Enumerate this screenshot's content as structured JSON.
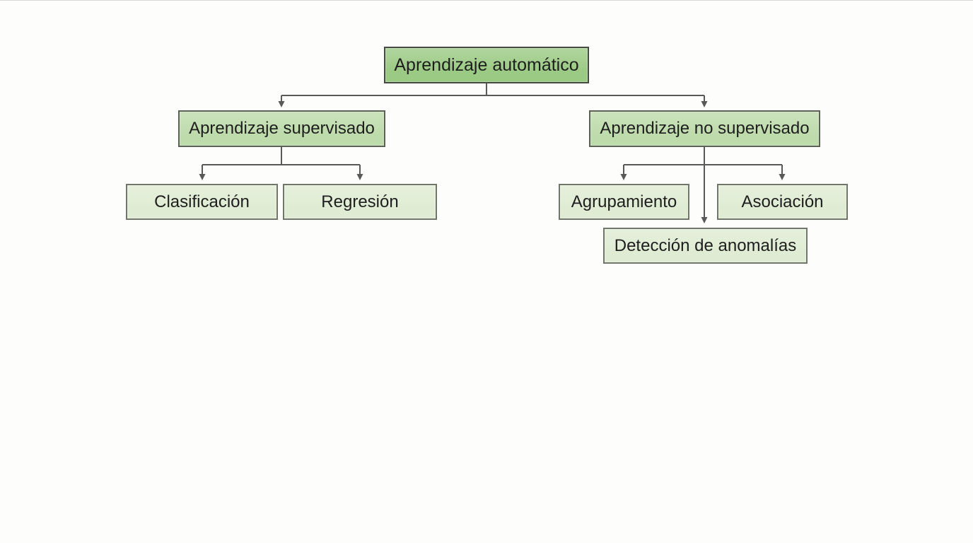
{
  "diagram": {
    "type": "tree",
    "language": "es",
    "nodes": {
      "root": {
        "label": "Aprendizaje automático",
        "level": "root"
      },
      "supervised": {
        "label": "Aprendizaje supervisado",
        "level": "branch"
      },
      "unsupervised": {
        "label": "Aprendizaje no supervisado",
        "level": "branch"
      },
      "clasificacion": {
        "label": "Clasificación",
        "level": "leaf"
      },
      "regresion": {
        "label": "Regresión",
        "level": "leaf"
      },
      "agrupamiento": {
        "label": "Agrupamiento",
        "level": "leaf"
      },
      "asociacion": {
        "label": "Asociación",
        "level": "leaf"
      },
      "deteccion_anomalias": {
        "label": "Detección de anomalías",
        "level": "leaf"
      }
    },
    "edges": [
      {
        "from": "root",
        "to": "supervised"
      },
      {
        "from": "root",
        "to": "unsupervised"
      },
      {
        "from": "supervised",
        "to": "clasificacion"
      },
      {
        "from": "supervised",
        "to": "regresion"
      },
      {
        "from": "unsupervised",
        "to": "agrupamiento"
      },
      {
        "from": "unsupervised",
        "to": "asociacion"
      },
      {
        "from": "unsupervised",
        "to": "deteccion_anomalias"
      }
    ],
    "colors": {
      "root_fill": "#9bca84",
      "branch_fill": "#bedbab",
      "leaf_fill": "#dfecd3",
      "root_border": "#454a42",
      "branch_border": "#5c6156",
      "leaf_border": "#71766a",
      "connector": "#595959",
      "text": "#1e1e1e"
    }
  }
}
